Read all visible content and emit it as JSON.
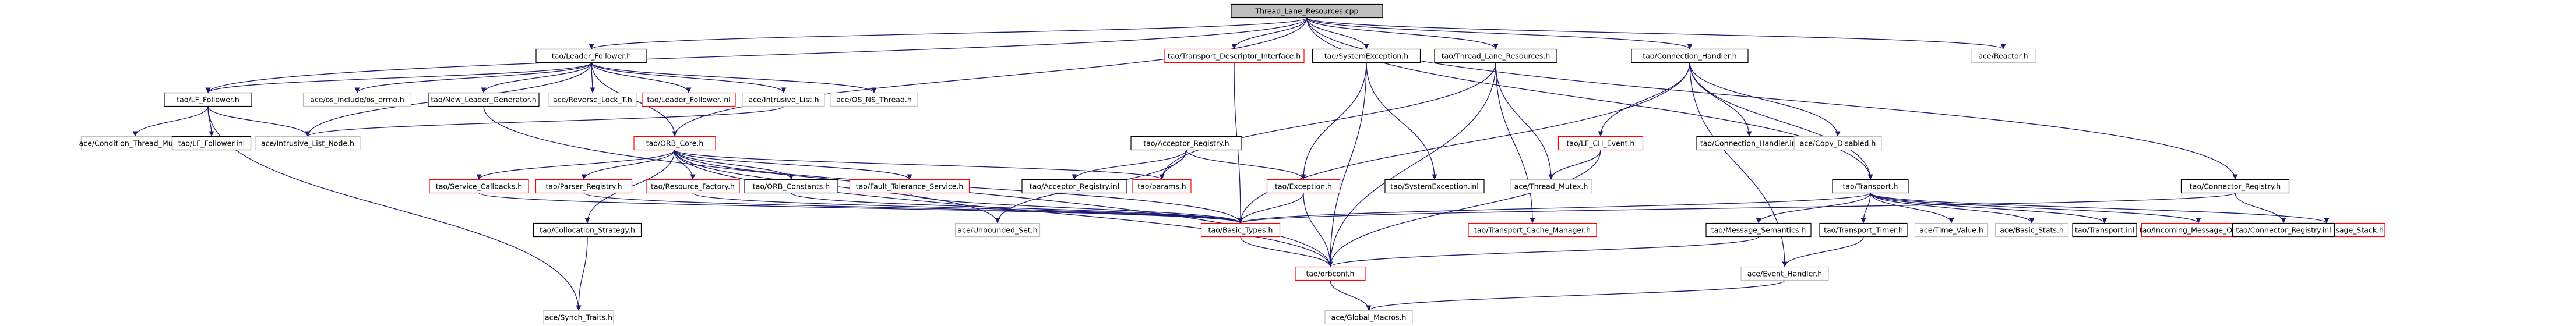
{
  "graph": {
    "root": "n0",
    "nodes": [
      {
        "id": "n0",
        "label": "Thread_Lane_Resources.cpp",
        "style": "root"
      },
      {
        "id": "n1",
        "label": "tao/Leader_Follower.h",
        "style": "normal"
      },
      {
        "id": "n2",
        "label": "tao/Transport_Descriptor_Interface.h",
        "style": "missing"
      },
      {
        "id": "n3",
        "label": "tao/SystemException.h",
        "style": "normal"
      },
      {
        "id": "n4",
        "label": "tao/Thread_Lane_Resources.h",
        "style": "normal"
      },
      {
        "id": "n5",
        "label": "tao/Connection_Handler.h",
        "style": "normal"
      },
      {
        "id": "n6",
        "label": "ace/Reactor.h",
        "style": "external"
      },
      {
        "id": "n7",
        "label": "tao/LF_Follower.h",
        "style": "normal"
      },
      {
        "id": "n8",
        "label": "ace/os_include/os_errno.h",
        "style": "external"
      },
      {
        "id": "n9",
        "label": "tao/New_Leader_Generator.h",
        "style": "normal"
      },
      {
        "id": "n10",
        "label": "ace/Reverse_Lock_T.h",
        "style": "external"
      },
      {
        "id": "n11",
        "label": "tao/Leader_Follower.inl",
        "style": "missing"
      },
      {
        "id": "n12",
        "label": "ace/Intrusive_List.h",
        "style": "external"
      },
      {
        "id": "n13",
        "label": "ace/OS_NS_Thread.h",
        "style": "external"
      },
      {
        "id": "n14",
        "label": "tao/Acceptor_Registry.h",
        "style": "normal"
      },
      {
        "id": "n15",
        "label": "tao/LF_CH_Event.h",
        "style": "missing"
      },
      {
        "id": "n16",
        "label": "tao/Connection_Handler.inl",
        "style": "normal"
      },
      {
        "id": "n17",
        "label": "ace/Copy_Disabled.h",
        "style": "external"
      },
      {
        "id": "n18",
        "label": "ace/Condition_Thread_Mutex.h",
        "style": "external"
      },
      {
        "id": "n19",
        "label": "tao/LF_Follower.inl",
        "style": "normal"
      },
      {
        "id": "n20",
        "label": "ace/Intrusive_List_Node.h",
        "style": "external"
      },
      {
        "id": "n21",
        "label": "tao/ORB_Core.h",
        "style": "missing"
      },
      {
        "id": "n22",
        "label": "tao/Service_Callbacks.h",
        "style": "missing"
      },
      {
        "id": "n23",
        "label": "tao/Parser_Registry.h",
        "style": "missing"
      },
      {
        "id": "n24",
        "label": "tao/Resource_Factory.h",
        "style": "missing"
      },
      {
        "id": "n25",
        "label": "tao/ORB_Constants.h",
        "style": "normal"
      },
      {
        "id": "n26",
        "label": "tao/Fault_Tolerance_Service.h",
        "style": "missing"
      },
      {
        "id": "n27",
        "label": "tao/Acceptor_Registry.inl",
        "style": "normal"
      },
      {
        "id": "n28",
        "label": "tao/params.h",
        "style": "missing"
      },
      {
        "id": "n29",
        "label": "tao/Exception.h",
        "style": "missing"
      },
      {
        "id": "n30",
        "label": "tao/SystemException.inl",
        "style": "normal"
      },
      {
        "id": "n31",
        "label": "ace/Thread_Mutex.h",
        "style": "external"
      },
      {
        "id": "n32",
        "label": "tao/Transport.h",
        "style": "normal"
      },
      {
        "id": "n33",
        "label": "tao/Connector_Registry.h",
        "style": "normal"
      },
      {
        "id": "n34",
        "label": "tao/Collocation_Strategy.h",
        "style": "normal"
      },
      {
        "id": "n35",
        "label": "ace/Unbounded_Set.h",
        "style": "external"
      },
      {
        "id": "n36",
        "label": "tao/Basic_Types.h",
        "style": "missing"
      },
      {
        "id": "n37",
        "label": "tao/Transport_Cache_Manager.h",
        "style": "missing"
      },
      {
        "id": "n38",
        "label": "tao/Message_Semantics.h",
        "style": "normal"
      },
      {
        "id": "n39",
        "label": "tao/Transport_Timer.h",
        "style": "normal"
      },
      {
        "id": "n40",
        "label": "ace/Time_Value.h",
        "style": "external"
      },
      {
        "id": "n41",
        "label": "ace/Basic_Stats.h",
        "style": "external"
      },
      {
        "id": "n42",
        "label": "tao/Transport.inl",
        "style": "normal"
      },
      {
        "id": "n43",
        "label": "tao/Incoming_Message_Queue.h",
        "style": "missing"
      },
      {
        "id": "n44",
        "label": "tao/Incoming_Message_Stack.h",
        "style": "missing"
      },
      {
        "id": "n45",
        "label": "tao/Connector_Registry.inl",
        "style": "normal"
      },
      {
        "id": "n46",
        "label": "ace/Event_Handler.h",
        "style": "external"
      },
      {
        "id": "n47",
        "label": "tao/orbconf.h",
        "style": "missing"
      },
      {
        "id": "n48",
        "label": "ace/Synch_Traits.h",
        "style": "external"
      },
      {
        "id": "n49",
        "label": "ace/Global_Macros.h",
        "style": "external"
      }
    ],
    "edges": [
      [
        "n0",
        "n1"
      ],
      [
        "n0",
        "n2"
      ],
      [
        "n0",
        "n3"
      ],
      [
        "n0",
        "n4"
      ],
      [
        "n0",
        "n5"
      ],
      [
        "n0",
        "n6"
      ],
      [
        "n0",
        "n7"
      ],
      [
        "n0",
        "n21"
      ],
      [
        "n0",
        "n32"
      ],
      [
        "n0",
        "n33"
      ],
      [
        "n1",
        "n7"
      ],
      [
        "n1",
        "n8"
      ],
      [
        "n1",
        "n9"
      ],
      [
        "n1",
        "n10"
      ],
      [
        "n1",
        "n11"
      ],
      [
        "n1",
        "n12"
      ],
      [
        "n1",
        "n13"
      ],
      [
        "n1",
        "n20"
      ],
      [
        "n1",
        "n21"
      ],
      [
        "n7",
        "n18"
      ],
      [
        "n7",
        "n19"
      ],
      [
        "n7",
        "n20"
      ],
      [
        "n7",
        "n48"
      ],
      [
        "n9",
        "n47"
      ],
      [
        "n12",
        "n20"
      ],
      [
        "n21",
        "n22"
      ],
      [
        "n21",
        "n23"
      ],
      [
        "n21",
        "n24"
      ],
      [
        "n21",
        "n25"
      ],
      [
        "n21",
        "n26"
      ],
      [
        "n21",
        "n28"
      ],
      [
        "n21",
        "n34"
      ],
      [
        "n21",
        "n35"
      ],
      [
        "n21",
        "n36"
      ],
      [
        "n21",
        "n47"
      ],
      [
        "n2",
        "n36"
      ],
      [
        "n14",
        "n27"
      ],
      [
        "n14",
        "n28"
      ],
      [
        "n14",
        "n29"
      ],
      [
        "n14",
        "n35"
      ],
      [
        "n3",
        "n29"
      ],
      [
        "n3",
        "n30"
      ],
      [
        "n3",
        "n47"
      ],
      [
        "n29",
        "n36"
      ],
      [
        "n29",
        "n47"
      ],
      [
        "n4",
        "n28"
      ],
      [
        "n4",
        "n31"
      ],
      [
        "n4",
        "n37"
      ],
      [
        "n4",
        "n47"
      ],
      [
        "n5",
        "n15"
      ],
      [
        "n5",
        "n16"
      ],
      [
        "n5",
        "n17"
      ],
      [
        "n5",
        "n32"
      ],
      [
        "n5",
        "n36"
      ],
      [
        "n5",
        "n46"
      ],
      [
        "n15",
        "n31"
      ],
      [
        "n15",
        "n47"
      ],
      [
        "n32",
        "n36"
      ],
      [
        "n32",
        "n38"
      ],
      [
        "n32",
        "n39"
      ],
      [
        "n32",
        "n40"
      ],
      [
        "n32",
        "n41"
      ],
      [
        "n32",
        "n42"
      ],
      [
        "n32",
        "n43"
      ],
      [
        "n32",
        "n44"
      ],
      [
        "n33",
        "n36"
      ],
      [
        "n33",
        "n45"
      ],
      [
        "n38",
        "n47"
      ],
      [
        "n39",
        "n46"
      ],
      [
        "n34",
        "n48"
      ],
      [
        "n36",
        "n47"
      ],
      [
        "n47",
        "n49"
      ],
      [
        "n46",
        "n49"
      ],
      [
        "n22",
        "n36"
      ],
      [
        "n23",
        "n36"
      ],
      [
        "n24",
        "n36"
      ],
      [
        "n25",
        "n36"
      ],
      [
        "n26",
        "n36"
      ]
    ]
  },
  "colors": {
    "root_fill": "#bfbfbf",
    "node_fill": "#ffffff",
    "normal_border": "#000000",
    "missing_border": "#ff0000",
    "external_border": "#bfbfbf",
    "edge": "#191970",
    "text": "#000000"
  }
}
